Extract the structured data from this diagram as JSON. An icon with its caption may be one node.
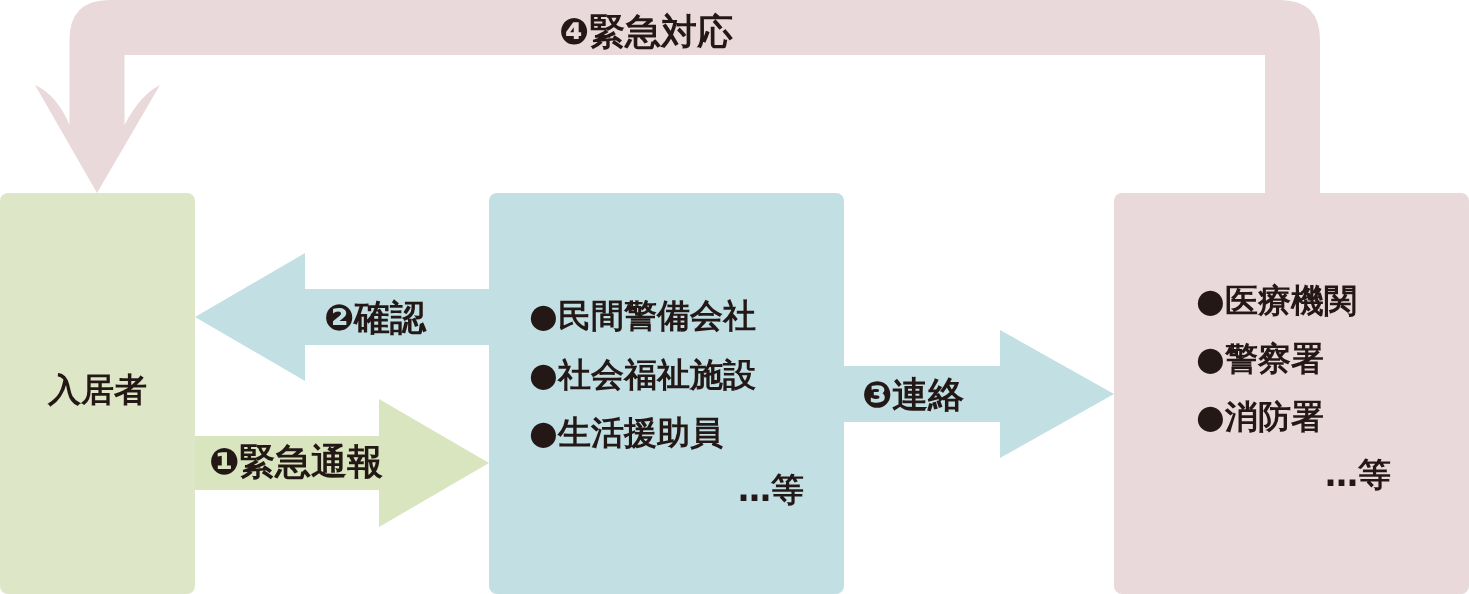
{
  "diagram": {
    "nodes": [
      {
        "text": [
          "入居者"
        ]
      },
      {
        "text": [
          "●民間警備会社",
          "●社会福祉施設",
          "●生活援助員",
          "…等"
        ]
      },
      {
        "text": [
          "●医療機関",
          "●警察署",
          "●消防署",
          "…等"
        ]
      }
    ],
    "edges": [
      {
        "from": 0,
        "to": 1,
        "arrow": "to",
        "label": "❶緊急通報"
      },
      {
        "from": 1,
        "to": 0,
        "arrow": "to",
        "label": "❷確認"
      },
      {
        "from": 1,
        "to": 2,
        "arrow": "to",
        "label": "❸連絡"
      },
      {
        "from": 2,
        "to": 0,
        "arrow": "to",
        "label": "❹緊急対応"
      }
    ]
  }
}
